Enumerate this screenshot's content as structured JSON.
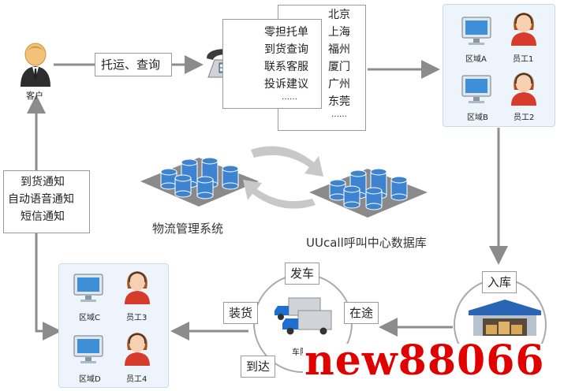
{
  "customer": {
    "label": "客户"
  },
  "flow_top": {
    "label": "托运、查询"
  },
  "services": {
    "items": [
      "零担托单",
      "到货查询",
      "联系客服",
      "投诉建议",
      "……"
    ]
  },
  "cities": {
    "items": [
      "北京",
      "上海",
      "福州",
      "厦门",
      "广州",
      "东莞",
      "……"
    ]
  },
  "notify": {
    "items": [
      "到货通知",
      "自动语音通知",
      "短信通知"
    ]
  },
  "panel_top": {
    "region_a": "区域A",
    "staff_1": "员工1",
    "region_b": "区域B",
    "staff_2": "员工2"
  },
  "panel_bottom": {
    "region_c": "区域C",
    "staff_3": "员工3",
    "region_d": "区域D",
    "staff_4": "员工4"
  },
  "center": {
    "logistics": "物流管理系统",
    "callcenter": "UUcall呼叫中心数据库"
  },
  "cycle": {
    "depart": "发车",
    "loading": "装货",
    "transit": "在途",
    "arrive": "到达",
    "vehicle": "车队"
  },
  "warehouse": {
    "in": "入库",
    "label": "仓"
  },
  "watermark": {
    "text": "new88066"
  },
  "colors": {
    "arrow": "#8c8c8c",
    "panel_bg": "#eef4fb",
    "cylinder": "#3d83cf",
    "watermark": "#e00000"
  }
}
